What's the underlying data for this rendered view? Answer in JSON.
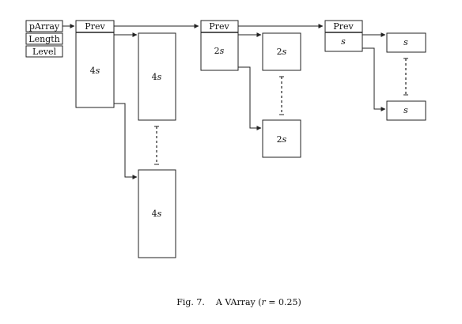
{
  "header_fields": [
    "pArray",
    "Length",
    "Level"
  ],
  "prev_label": "Prev",
  "blocks": [
    {
      "size_coef": "4",
      "size_var": "s"
    },
    {
      "size_coef": "2",
      "size_var": "s"
    },
    {
      "size_coef": "",
      "size_var": "s"
    }
  ],
  "chunk_labels": {
    "first_group": {
      "coef": "4",
      "var": "s"
    },
    "second_group": {
      "coef": "2",
      "var": "s"
    },
    "third_group": {
      "coef": "",
      "var": "s"
    }
  },
  "caption": {
    "fig": "Fig. 7.",
    "title": "A VArray (",
    "var": "r",
    "eq": " = 0.25)"
  }
}
